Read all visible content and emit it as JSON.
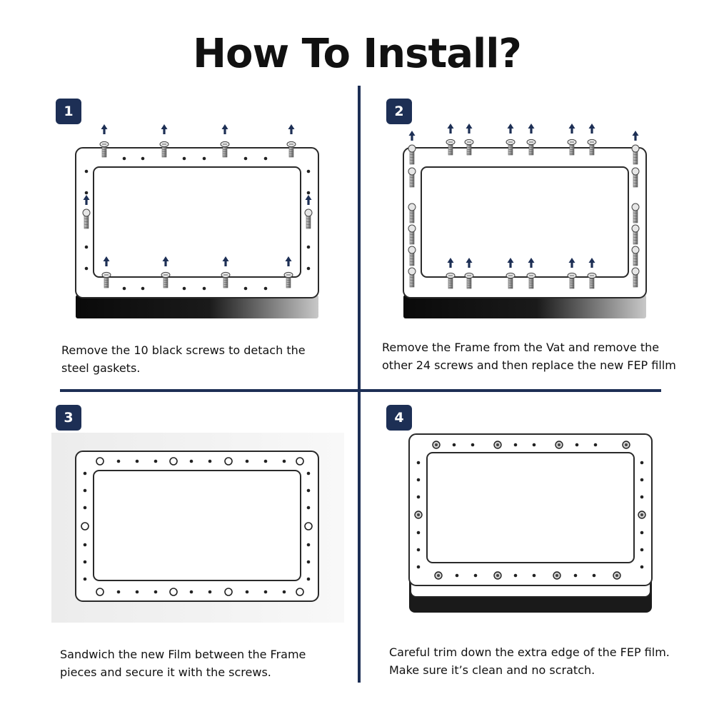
{
  "title": "How To Install?",
  "colors": {
    "accent": "#1d2f55",
    "frame_border": "#2a2a2a",
    "dark_plate": "#111111"
  },
  "icons": {
    "screw": "screw-icon",
    "arrow": "arrow-up-icon",
    "hole": "hole-icon"
  },
  "steps": [
    {
      "number": "1",
      "text": "Remove the 10 black screws to detach the steel gaskets."
    },
    {
      "number": "2",
      "text": "Remove the Frame from the Vat and remove the other 24 screws and then replace the new FEP fillm"
    },
    {
      "number": "3",
      "text": "Sandwich the new Film between the Frame pieces and secure it with the screws."
    },
    {
      "number": "4",
      "text": "Careful trim down the extra edge of the FEP film. Make sure it’s clean and no scratch."
    }
  ]
}
